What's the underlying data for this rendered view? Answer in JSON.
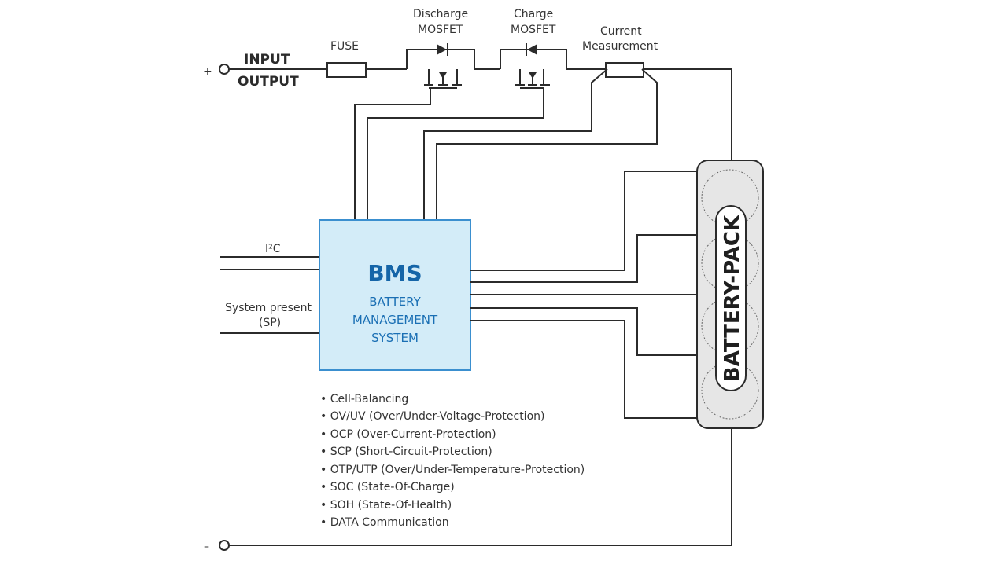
{
  "terminals": {
    "positive": "+",
    "negative": "–",
    "input_label": "INPUT",
    "output_label": "OUTPUT"
  },
  "components": {
    "fuse": "FUSE",
    "discharge_mosfet": [
      "Discharge",
      "MOSFET"
    ],
    "charge_mosfet": [
      "Charge",
      "MOSFET"
    ],
    "current_measurement": [
      "Current",
      "Measurement"
    ]
  },
  "bms": {
    "title": "BMS",
    "subtitle": [
      "BATTERY",
      "MANAGEMENT",
      "SYSTEM"
    ],
    "fill_color": "#d3ecf8",
    "border_color": "#3a8fcf"
  },
  "interfaces": {
    "i2c": "I²C",
    "system_present": [
      "System present",
      "(SP)"
    ]
  },
  "battery_pack": {
    "label": "BATTERY-PACK",
    "cells": 4
  },
  "features": [
    "• Cell-Balancing",
    "• OV/UV (Over/Under-Voltage-Protection)",
    "• OCP (Over-Current-Protection)",
    "• SCP (Short-Circuit-Protection)",
    "• OTP/UTP (Over/Under-Temperature-Protection)",
    "• SOC (State-Of-Charge)",
    "• SOH (State-Of-Health)",
    "• DATA Communication"
  ]
}
